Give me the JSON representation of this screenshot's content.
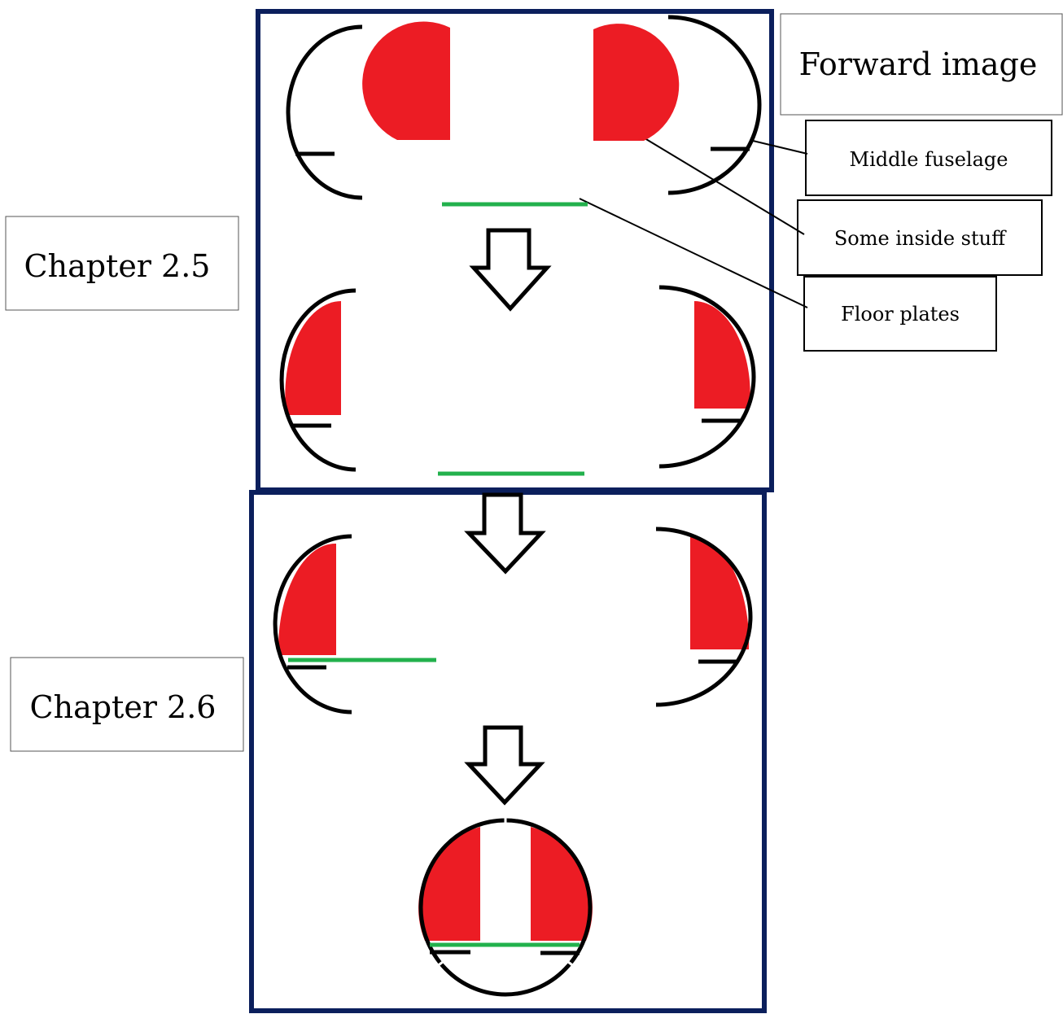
{
  "labels": {
    "forward": "Forward image",
    "chapter25": "Chapter 2.5",
    "chapter26": "Chapter 2.6",
    "middle_fuselage": "Middle fuselage",
    "inside_stuff": "Some inside stuff",
    "floor_plates": "Floor plates"
  },
  "colors": {
    "frame": "#0b1f5c",
    "inside": "#ec1c24",
    "floor": "#22b14c",
    "stroke": "#000000"
  }
}
